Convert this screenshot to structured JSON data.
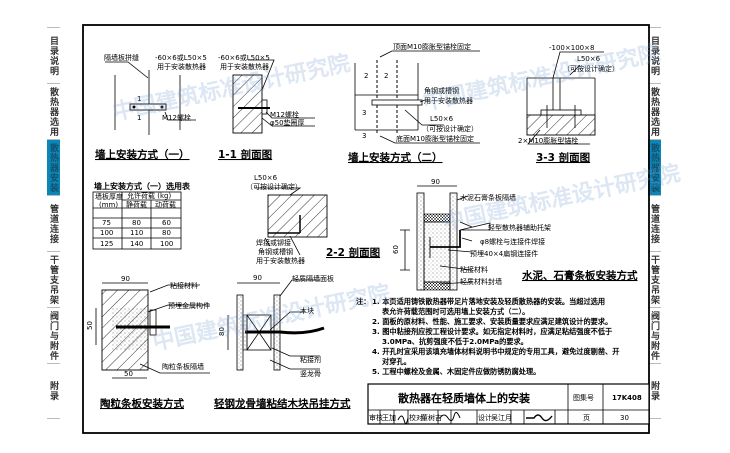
{
  "tabs": [
    "目录说明",
    "散热器选用",
    "散热器安装",
    "管道连接",
    "干管支吊架",
    "阀门与附件",
    "附录"
  ],
  "active_tab": "散热器安装",
  "accent_color": "#0a86b8",
  "watermark": "中国建筑标准设计研究院",
  "fig1": {
    "title": "墙上安装方式（一）",
    "label_joint": "隔墙板拼缝",
    "label_steel": "-60×6或L50×5",
    "label_use": "用于安装散热器",
    "label_bolt": "M12螺栓",
    "section_mark": "1"
  },
  "fig11": {
    "title": "1-1 剖面图",
    "label_steel": "-60×6或L50×5",
    "label_use": "用于安装散热器",
    "label_bolt": "M12螺栓",
    "label_washer": "φ50垫圈厚"
  },
  "fig2": {
    "title": "墙上安装方式（二）",
    "label_top": "顶面M10膨胀型锚栓固定",
    "label_angle": "角钢或槽钢",
    "label_use": "用于安装散热器",
    "label_l": "L50×6",
    "label_confirm": "（可按设计确定）",
    "label_bottom": "底面M10膨胀型锚栓固定",
    "mark2": "2",
    "mark3": "3"
  },
  "fig33": {
    "title": "3-3 剖面图",
    "label_plate": "-100×100×8",
    "label_l": "L50×6",
    "label_confirm": "（可按设计确定）",
    "label_anchor": "2×M10膨胀型锚栓"
  },
  "table": {
    "title": "墙上安装方式（一）选用表",
    "header_thickness": "墙板厚度",
    "header_unit": "(mm)",
    "header_load": "允许荷载 (kg)",
    "header_static": "静荷载",
    "header_dynamic": "动荷载",
    "rows": [
      [
        "75",
        "80",
        "60"
      ],
      [
        "100",
        "110",
        "80"
      ],
      [
        "125",
        "140",
        "100"
      ]
    ]
  },
  "fig22": {
    "title": "2-2 剖面图",
    "label_l": "L50×6",
    "label_confirm": "（可按设计确定）",
    "label_weld": "焊接或铆接",
    "label_angle": "角钢或槽钢",
    "label_use": "用于安装散热器"
  },
  "fig_cement": {
    "title": "水泥、石膏条板安装方式",
    "dim_width": "90",
    "dim_height": "60",
    "label_wall": "水泥石膏条板隔墙",
    "label_bracket": "轻型散热器辅助托架",
    "label_bolt": "φ8螺栓与连接件焊接",
    "label_embed": "预埋40×4扁钢连接件",
    "label_adhesive": "粘接材料",
    "label_seal": "轻质材料封墙"
  },
  "fig_ceramic": {
    "title": "陶粒条板安装方式",
    "dim_width": "90",
    "dim_height": "50",
    "dim_bottom": "50",
    "label_adhesive": "粘接材料",
    "label_embed": "预埋金属构件",
    "label_wall": "陶粒条板隔墙"
  },
  "fig_steel": {
    "title": "轻钢龙骨墙粘结木块吊挂方式",
    "dim_width": "90",
    "dim_height": "80",
    "label_panel": "轻质隔墙面板",
    "label_wood": "木块",
    "label_glue": "粘接剂",
    "label_stud": "竖龙骨"
  },
  "notes": {
    "prefix": "注：",
    "lines": [
      "1. 本页适用铸铁散热器带足片落地安装及轻质散热器的安装。当超过选用",
      "表允许荷载范围时可选用墙上安装方式（二）。",
      "2. 面板的原材料、性能、施工要求、安装质量要求应满足建筑设计的要求。",
      "3. 图中粘接剂应按工程设计要求。如无指定材料时，应满足粘结强度不低于",
      "3.0MPa、抗剪强度不低于2.0MPa的要求。",
      "4. 开孔时宜采用该填充墙体材料说明书中规定的专用工具，避免过度剔凿、开",
      "对穿孔。",
      "5. 工程中螺栓及金属、木固定件应做防锈防腐处理。"
    ]
  },
  "title_block": {
    "title": "散热器在轻质墙体上的安装",
    "atlas_label": "图集号",
    "atlas_no": "17K408",
    "review_label": "审核",
    "reviewer": "王加",
    "check_label": "校对",
    "checker": "董树吉",
    "design_label": "设计",
    "designer": "吴江月",
    "page_label": "页",
    "page_no": "30"
  }
}
